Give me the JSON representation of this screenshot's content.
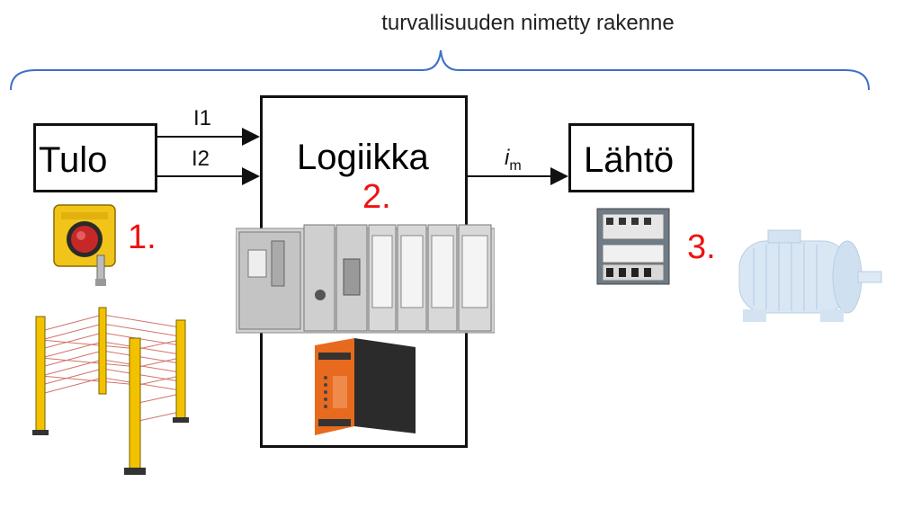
{
  "title": "turvallisuuden nimetty rakenne",
  "blocks": {
    "input": "Tulo",
    "logic": "Logiikka",
    "output": "Lähtö"
  },
  "signals": {
    "i1": "I1",
    "i2": "I2",
    "im_main": "i",
    "im_sub": "m"
  },
  "numbers": {
    "n1": "1.",
    "n2": "2.",
    "n3": "3."
  }
}
